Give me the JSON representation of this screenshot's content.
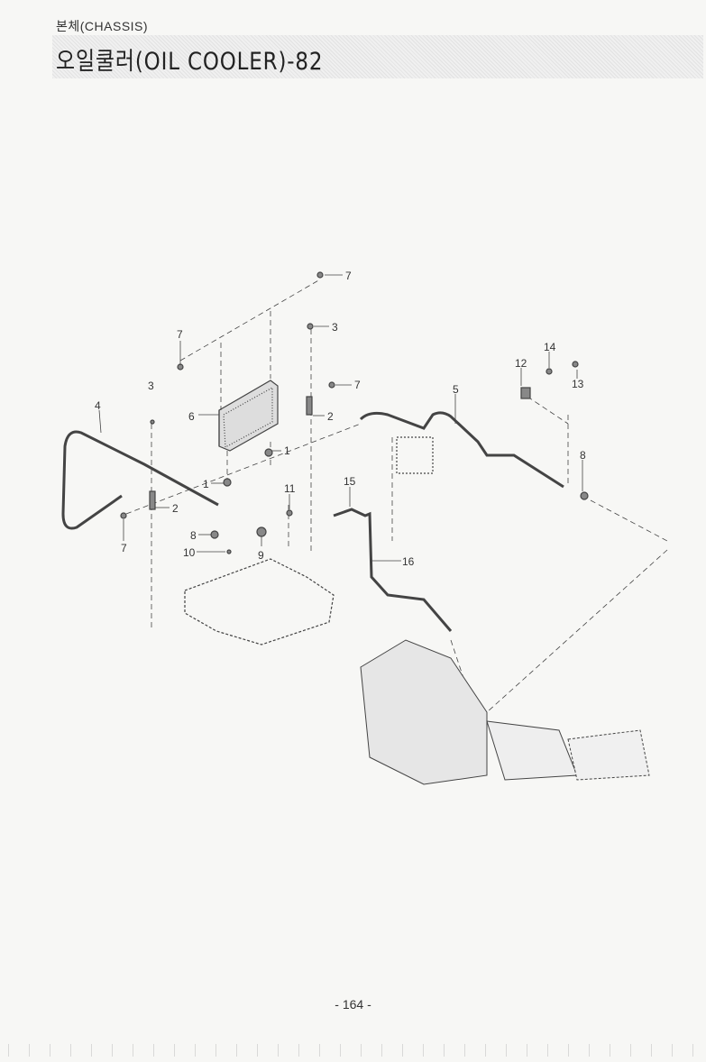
{
  "header": {
    "section": "본체(CHASSIS)",
    "title": "오일쿨러(OIL COOLER)-82"
  },
  "callouts": [
    "7",
    "7",
    "3",
    "3",
    "7",
    "6",
    "2",
    "4",
    "1",
    "1",
    "11",
    "2",
    "7",
    "8",
    "10",
    "9",
    "15",
    "16",
    "5",
    "14",
    "12",
    "13",
    "8"
  ],
  "footer": {
    "page_number": "- 164 -"
  }
}
